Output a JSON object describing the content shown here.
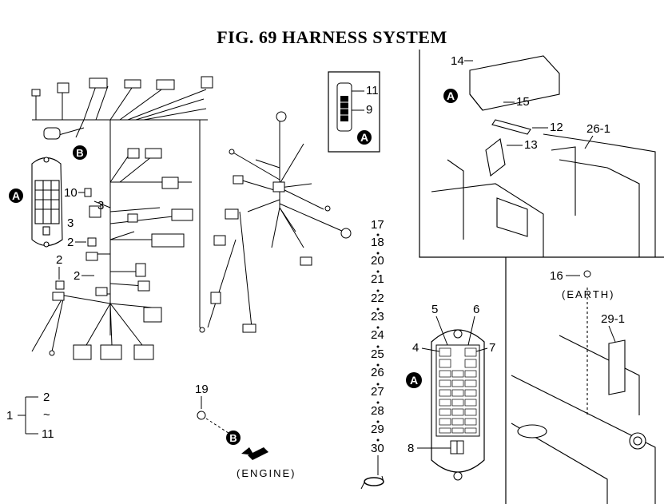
{
  "title": "FIG. 69  HARNESS SYSTEM",
  "callout_letters": {
    "a": "A",
    "b": "B"
  },
  "labels": {
    "engine": "(ENGINE)",
    "earth": "(EARTH)"
  },
  "part_numbers": {
    "p2": "2",
    "p3": "3",
    "p4": "4",
    "p5": "5",
    "p6": "6",
    "p7": "7",
    "p8": "8",
    "p9": "9",
    "p10": "10",
    "p11": "11",
    "p12": "12",
    "p13": "13",
    "p14": "14",
    "p15": "15",
    "p16": "16",
    "p17": "17",
    "p18": "18",
    "p19": "19",
    "p20": "20",
    "p21": "21",
    "p22": "22",
    "p23": "23",
    "p24": "24",
    "p25": "25",
    "p26": "26",
    "p27": "27",
    "p28": "28",
    "p29": "29",
    "p30": "30",
    "p26_1": "26-1",
    "p29_1": "29-1",
    "p1": "1",
    "tilde": "~"
  }
}
